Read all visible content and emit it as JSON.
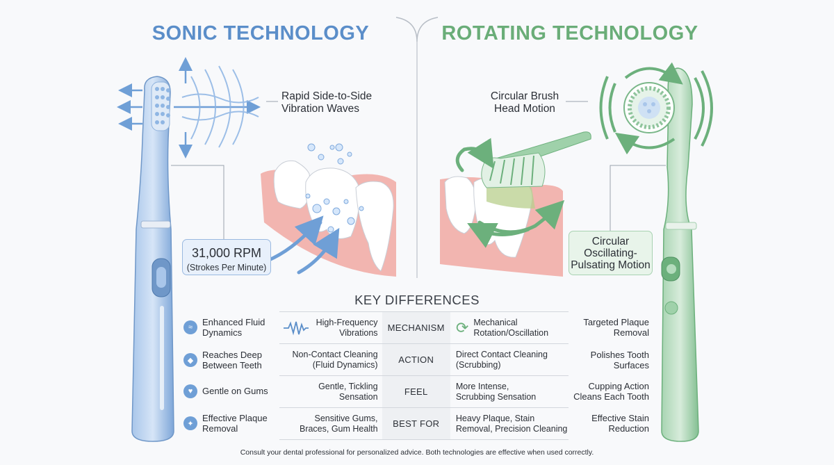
{
  "sonic": {
    "title": "SONIC TECHNOLOGY",
    "callout_line1": "Rapid Side-to-Side",
    "callout_line2": "Vibration Waves",
    "rpm_value": "31,000 RPM",
    "rpm_note": "(Strokes Per Minute)",
    "features": [
      {
        "line1": "Enhanced Fluid",
        "line2": "Dynamics",
        "icon": "wave-icon"
      },
      {
        "line1": "Reaches Deep",
        "line2": "Between Teeth",
        "icon": "tooth-icon"
      },
      {
        "line1": "Gentle on Gums",
        "line2": "",
        "icon": "heart-icon"
      },
      {
        "line1": "Effective Plaque",
        "line2": "Removal",
        "icon": "shield-icon"
      }
    ]
  },
  "rotating": {
    "title": "ROTATING TECHNOLOGY",
    "callout_line1": "Circular Brush",
    "callout_line2": "Head Motion",
    "motion_line1": "Circular",
    "motion_line2": "Oscillating-",
    "motion_line3": "Pulsating Motion",
    "features": [
      {
        "line1": "Targeted Plaque",
        "line2": "Removal"
      },
      {
        "line1": "Polishes Tooth",
        "line2": "Surfaces"
      },
      {
        "line1": "Cupping Action",
        "line2": "Cleans Each Tooth"
      },
      {
        "line1": "Effective Stain",
        "line2": "Reduction"
      }
    ]
  },
  "key_differences": {
    "title": "KEY DIFFERENCES",
    "rows": [
      {
        "sonic_1": "High-Frequency",
        "sonic_2": "Vibrations",
        "label": "MECHANISM",
        "rot_1": "Mechanical",
        "rot_2": "Rotation/Oscillation"
      },
      {
        "sonic_1": "Non-Contact Cleaning",
        "sonic_2": "(Fluid Dynamics)",
        "label": "ACTION",
        "rot_1": "Direct Contact Cleaning",
        "rot_2": "(Scrubbing)"
      },
      {
        "sonic_1": "Gentle, Tickling",
        "sonic_2": "Sensation",
        "label": "FEEL",
        "rot_1": "More Intense,",
        "rot_2": "Scrubbing Sensation"
      },
      {
        "sonic_1": "Sensitive Gums,",
        "sonic_2": "Braces, Gum Health",
        "label": "BEST FOR",
        "rot_1": "Heavy Plaque, Stain",
        "rot_2": "Removal, Precision Cleaning"
      }
    ]
  },
  "footer": "Consult your dental professional for personalized advice. Both technologies are effective when used correctly.",
  "colors": {
    "sonic_accent": "#5b8ec9",
    "rotating_accent": "#6aad78",
    "gum_pink": "#f2b5b0"
  }
}
